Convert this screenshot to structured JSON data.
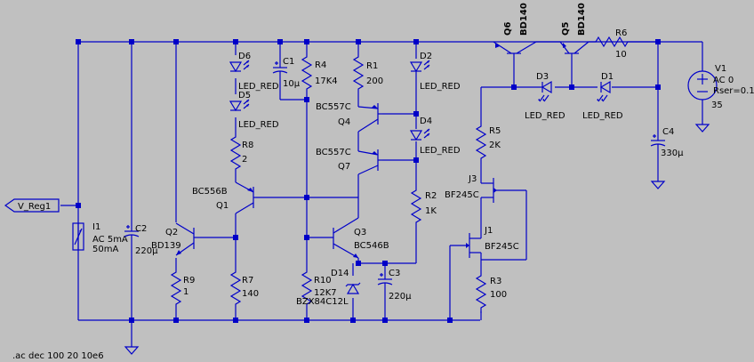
{
  "directive": ".ac dec 100 20 10e6",
  "port": "V_Reg1",
  "components": {
    "V1": {
      "ref": "V1",
      "value": "AC 0",
      "extra": "Rser=0.1",
      "extra2": "35"
    },
    "I1": {
      "ref": "I1",
      "value": "AC 5mA",
      "extra": "50mA"
    },
    "C1": {
      "ref": "C1",
      "value": "10µ"
    },
    "C2": {
      "ref": "C2",
      "value": "220µ"
    },
    "C3": {
      "ref": "C3",
      "value": "220µ"
    },
    "C4": {
      "ref": "C4",
      "value": "330µ"
    },
    "R1": {
      "ref": "R1",
      "value": "200"
    },
    "R2": {
      "ref": "R2",
      "value": "1K"
    },
    "R3": {
      "ref": "R3",
      "value": "100"
    },
    "R4": {
      "ref": "R4",
      "value": "17K4"
    },
    "R5": {
      "ref": "R5",
      "value": "2K"
    },
    "R6": {
      "ref": "R6",
      "value": "10"
    },
    "R7": {
      "ref": "R7",
      "value": "140"
    },
    "R8": {
      "ref": "R8",
      "value": "2"
    },
    "R9": {
      "ref": "R9",
      "value": "1"
    },
    "R10": {
      "ref": "R10",
      "value": "12K7"
    },
    "D1": {
      "ref": "D1",
      "value": "LED_RED"
    },
    "D2": {
      "ref": "D2",
      "value": "LED_RED"
    },
    "D3": {
      "ref": "D3",
      "value": "LED_RED"
    },
    "D4": {
      "ref": "D4",
      "value": "LED_RED"
    },
    "D5": {
      "ref": "D5",
      "value": "LED_RED"
    },
    "D6": {
      "ref": "D6",
      "value": "LED_RED"
    },
    "D14": {
      "ref": "D14",
      "value": "BZX84C12L"
    },
    "Q1": {
      "ref": "Q1",
      "value": "BC556B"
    },
    "Q2": {
      "ref": "Q2",
      "value": "BD139"
    },
    "Q3": {
      "ref": "Q3",
      "value": "BC546B"
    },
    "Q4": {
      "ref": "Q4",
      "value": "BC557C"
    },
    "Q5": {
      "ref": "Q5",
      "value": "BD140"
    },
    "Q6": {
      "ref": "Q6",
      "value": "BD140"
    },
    "Q7": {
      "ref": "Q7",
      "value": "BC557C"
    },
    "J1": {
      "ref": "J1",
      "value": "BF245C"
    },
    "J3": {
      "ref": "J3",
      "value": "BF245C"
    }
  }
}
